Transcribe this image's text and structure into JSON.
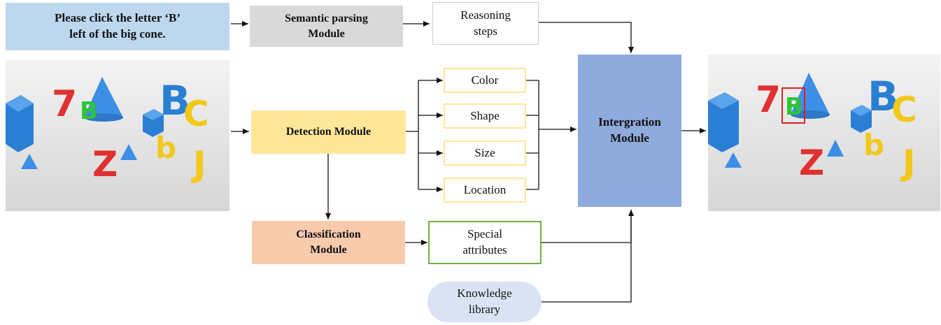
{
  "query": {
    "text": "Please click the letter ‘B’\nleft of the big cone."
  },
  "modules": {
    "semantic_parsing": "Semantic parsing\nModule",
    "reasoning_steps": "Reasoning\nsteps",
    "detection": "Detection Module",
    "classification": "Classification\nModule",
    "special_attributes": "Special\nattributes",
    "integration": "Intergration\nModule",
    "knowledge_library": "Knowledge\nlibrary"
  },
  "attributes": [
    "Color",
    "Shape",
    "Size",
    "Location"
  ],
  "scene_letters": {
    "seven": "7",
    "b_green": "B",
    "b_blue": "B",
    "c": "C",
    "b_small": "b",
    "z": "Z",
    "j": "J"
  },
  "colors": {
    "query_fill": "#bdd7ee",
    "semantic_fill": "#d9d9d9",
    "detection_fill": "#ffe699",
    "classification_fill": "#f8cbad",
    "attribute_border": "#ffe699",
    "special_border": "#70ad47",
    "integration_fill": "#8faadc",
    "knowledge_fill": "#dae3f3",
    "highlight_box": "#e02020"
  }
}
